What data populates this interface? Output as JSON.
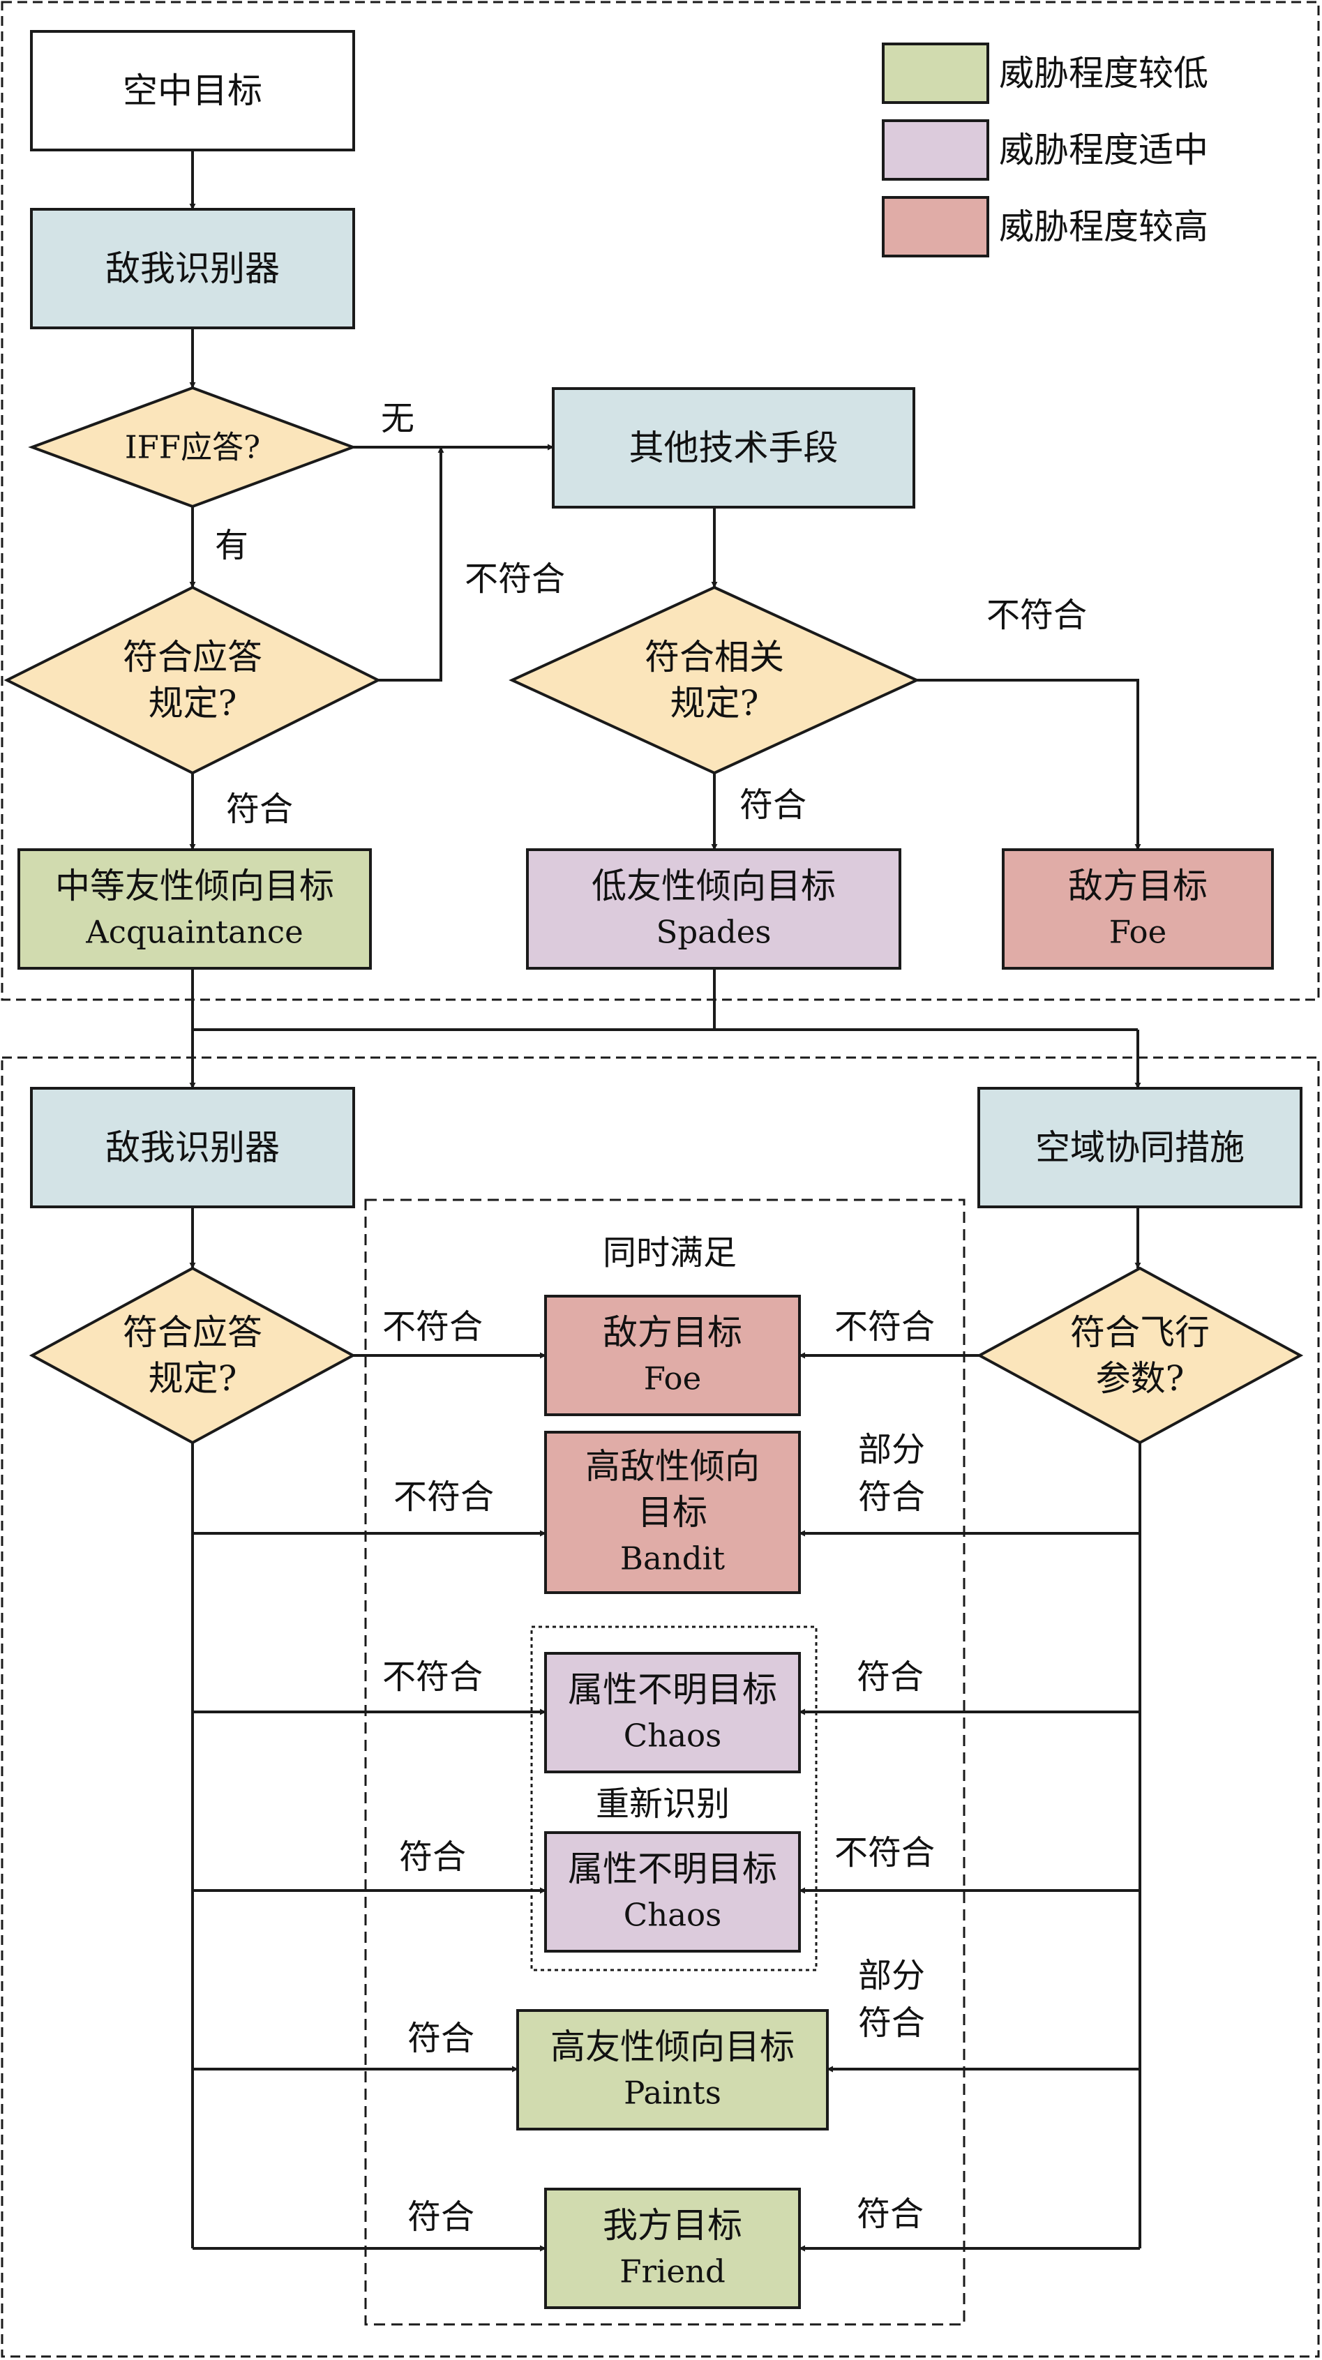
{
  "colors": {
    "blue": "#d3e3e6",
    "yellow": "#fbe5bb",
    "green": "#d1dbaf",
    "purple": "#dccbdc",
    "red": "#e0aca7",
    "white": "#ffffff",
    "stroke": "#1a1a1a"
  },
  "legend": [
    {
      "label": "威胁程度较低",
      "color": "#d1dbaf"
    },
    {
      "label": "威胁程度适中",
      "color": "#dccbdc"
    },
    {
      "label": "威胁程度较高",
      "color": "#e0aca7"
    }
  ],
  "nodes": {
    "air_target": {
      "lines": [
        "空中目标"
      ]
    },
    "iff_top": {
      "lines": [
        "敌我识别器"
      ]
    },
    "iff_answer": {
      "lines": [
        "IFF应答?"
      ]
    },
    "other_means": {
      "lines": [
        "其他技术手段"
      ]
    },
    "check_reply": {
      "lines": [
        "符合应答",
        "规定?"
      ]
    },
    "check_rules": {
      "lines": [
        "符合相关",
        "规定?"
      ]
    },
    "acquaintance": {
      "lines": [
        "中等友性倾向目标",
        "Acquaintance"
      ]
    },
    "spades": {
      "lines": [
        "低友性倾向目标",
        "Spades"
      ]
    },
    "foe_top": {
      "lines": [
        "敌方目标",
        "Foe"
      ]
    },
    "iff_bottom": {
      "lines": [
        "敌我识别器"
      ]
    },
    "airspace": {
      "lines": [
        "空域协同措施"
      ]
    },
    "check_reply2": {
      "lines": [
        "符合应答",
        "规定?"
      ]
    },
    "check_flight": {
      "lines": [
        "符合飞行",
        "参数?"
      ]
    },
    "foe_bottom": {
      "lines": [
        "敌方目标",
        "Foe"
      ]
    },
    "bandit": {
      "lines": [
        "高敌性倾向",
        "目标",
        "Bandit"
      ]
    },
    "chaos1": {
      "lines": [
        "属性不明目标",
        "Chaos"
      ]
    },
    "chaos2": {
      "lines": [
        "属性不明目标",
        "Chaos"
      ]
    },
    "paints": {
      "lines": [
        "高友性倾向目标",
        "Paints"
      ]
    },
    "friend": {
      "lines": [
        "我方目标",
        "Friend"
      ]
    }
  },
  "labels": {
    "none": "无",
    "has": "有",
    "not_match_top": "不符合",
    "not_match_rules": "不符合",
    "match_reply": "符合",
    "match_rules": "符合",
    "simultaneous": "同时满足",
    "re_identify": "重新识别",
    "l_foe": "不符合",
    "l_bandit": "不符合",
    "l_chaos1": "不符合",
    "l_chaos2": "符合",
    "l_paints": "符合",
    "l_friend": "符合",
    "r_foe": "不符合",
    "r_bandit": [
      "部分",
      "符合"
    ],
    "r_chaos1": "符合",
    "r_chaos2": "不符合",
    "r_paints": [
      "部分",
      "符合"
    ],
    "r_friend": "符合"
  }
}
